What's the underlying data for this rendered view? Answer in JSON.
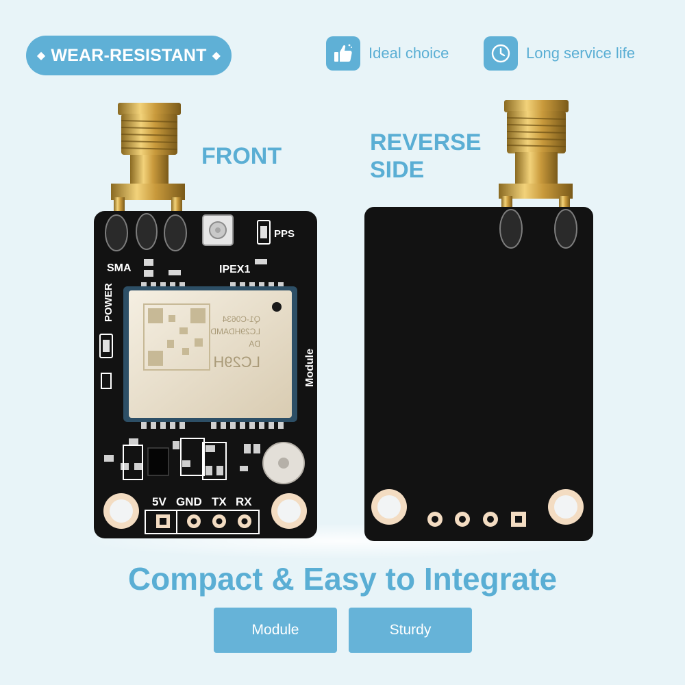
{
  "badge": {
    "label": "WEAR-RESISTANT",
    "diamond_glyph": "◆"
  },
  "features": [
    {
      "icon": "thumbs-up-icon",
      "label": "Ideal choice"
    },
    {
      "icon": "clock-icon",
      "label": "Long service life"
    }
  ],
  "front": {
    "title": "FRONT",
    "silkscreen": {
      "pps": "PPS",
      "sma": "SMA",
      "ipex": "IPEX1",
      "power": "POWER",
      "module": "Module",
      "pins": [
        "5V",
        "GND",
        "TX",
        "RX"
      ],
      "chip_lines": [
        "LC29H",
        "DA",
        "LC29HDAMD",
        "Q1-C0634"
      ]
    }
  },
  "reverse": {
    "title_lines": [
      "REVERSE",
      "SIDE"
    ]
  },
  "tagline": "Compact & Easy to Integrate",
  "buttons": [
    {
      "label": "Module"
    },
    {
      "label": "Sturdy"
    }
  ],
  "colors": {
    "background": "#e8f4f8",
    "accent": "#5fb0d6",
    "pcb": "#121212",
    "gold": "#c9a24a"
  }
}
